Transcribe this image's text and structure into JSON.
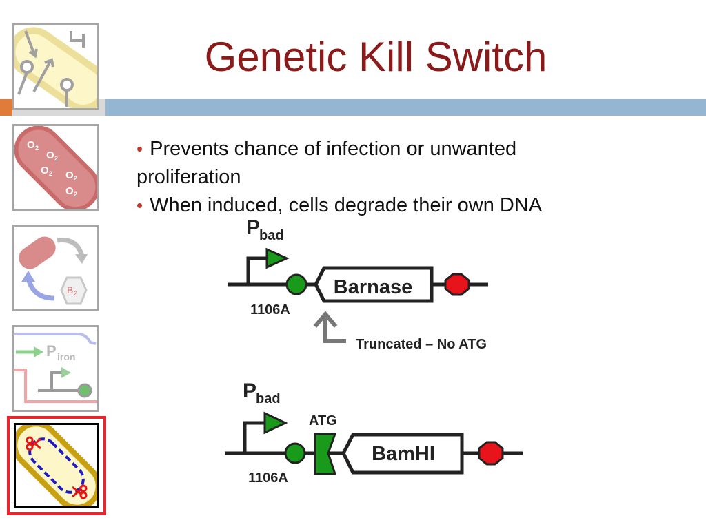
{
  "slide": {
    "title": "Genetic Kill Switch"
  },
  "bullets": [
    {
      "first_line": "Prevents chance of infection or unwanted",
      "second_line": "proliferation"
    },
    {
      "first_line": "When induced, cells degrade their own DNA",
      "second_line": ""
    }
  ],
  "thumbnails": {
    "oxygen_label": "O",
    "oxygen_sub": "2",
    "b2_label": "B",
    "b2_sub": "2",
    "piron_label": "P",
    "piron_sub": "iron"
  },
  "diagram": {
    "construct1": {
      "promoter_label": "P",
      "promoter_sub": "bad",
      "gene_label": "Barnase",
      "rbs_label": "1106A",
      "annotation": "Truncated – No ATG"
    },
    "construct2": {
      "promoter_label": "P",
      "promoter_sub": "bad",
      "gene_label": "BamHI",
      "rbs_label": "1106A",
      "start_label": "ATG"
    },
    "colors": {
      "promoter": "#1a9a1a",
      "rbs": "#1a9a1a",
      "terminator": "#e8141c",
      "start_codon": "#1a9a1a",
      "arrow": "#777777"
    }
  },
  "theme": {
    "title_color": "#8b1a1a",
    "bullet_color": "#c0392b",
    "rule_blue": "#94b6d2",
    "rule_orange": "#e07b39",
    "selected_border": "#e8262e"
  }
}
